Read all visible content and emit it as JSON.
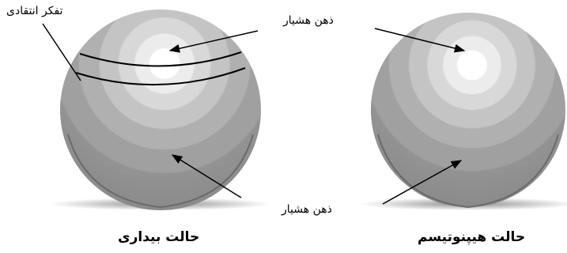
{
  "labels": {
    "critical_thinking": "تفکر انتقادی",
    "conscious_mind": "ذهن هشیار",
    "subconscious_mind": "ذهن هشیار"
  },
  "captions": {
    "awake_state": "حالت بیداری",
    "hypnosis_state": "حالت هیپنوتیسم"
  },
  "colors": {
    "sphere_base": "#8f8f8f",
    "sphere_highlight": "#ffffff",
    "line": "#000000"
  }
}
